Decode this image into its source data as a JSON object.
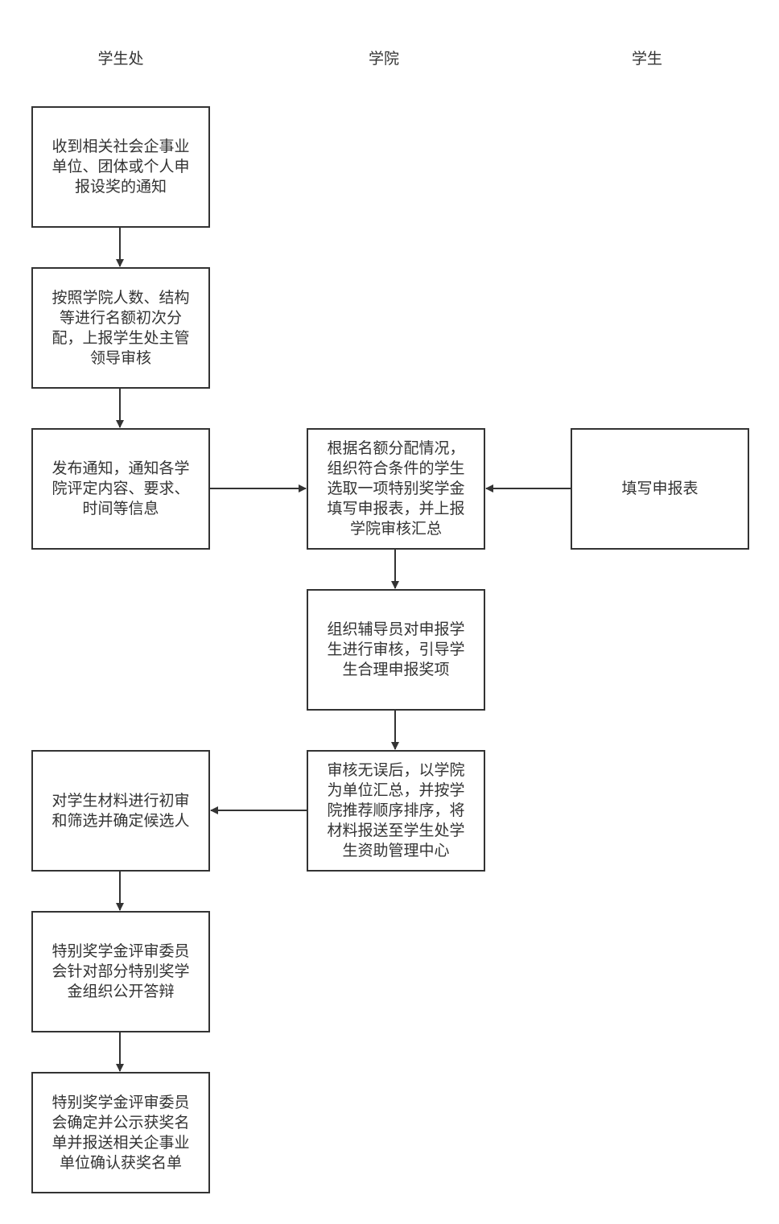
{
  "lanes": [
    "学生处",
    "学院",
    "学生"
  ],
  "nodes": {
    "n1": "收到相关社会企事业\n单位、团体或个人申\n报设奖的通知",
    "n2": "按照学院人数、结构\n等进行名额初次分\n配，上报学生处主管\n领导审核",
    "n3": "发布通知，通知各学\n院评定内容、要求、\n时间等信息",
    "n4": "根据名额分配情况，\n组织符合条件的学生\n选取一项特别奖学金\n填写申报表，并上报\n学院审核汇总",
    "n5": "填写申报表",
    "n6": "组织辅导员对申报学\n生进行审核，引导学\n生合理申报奖项",
    "n7": "审核无误后，以学院\n为单位汇总，并按学\n院推荐顺序排序，将\n材料报送至学生处学\n生资助管理中心",
    "n8": "对学生材料进行初审\n和筛选并确定候选人",
    "n9": "特别奖学金评审委员\n会针对部分特别奖学\n金组织公开答辩",
    "n10": "特别奖学金评审委员\n会确定并公示获奖名\n单并报送相关企事业\n单位确认获奖名单"
  },
  "colors": {
    "stroke": "#333333",
    "background": "#ffffff"
  }
}
